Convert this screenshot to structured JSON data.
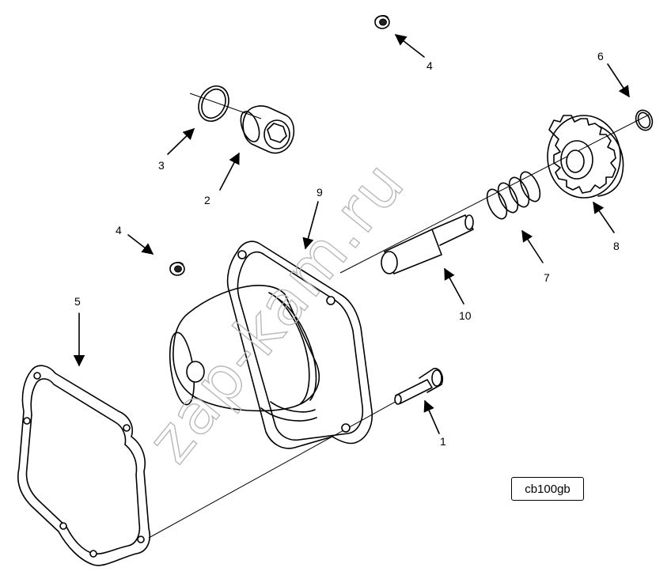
{
  "diagram": {
    "reference_code": "cb100gb",
    "watermark": "zap-kam.ru",
    "callouts": [
      {
        "id": "c1",
        "label": "1"
      },
      {
        "id": "c2",
        "label": "2"
      },
      {
        "id": "c3",
        "label": "3"
      },
      {
        "id": "c4a",
        "label": "4"
      },
      {
        "id": "c4b",
        "label": "4"
      },
      {
        "id": "c5",
        "label": "5"
      },
      {
        "id": "c6",
        "label": "6"
      },
      {
        "id": "c7",
        "label": "7"
      },
      {
        "id": "c8",
        "label": "8"
      },
      {
        "id": "c9",
        "label": "9"
      },
      {
        "id": "c10",
        "label": "10"
      }
    ]
  }
}
